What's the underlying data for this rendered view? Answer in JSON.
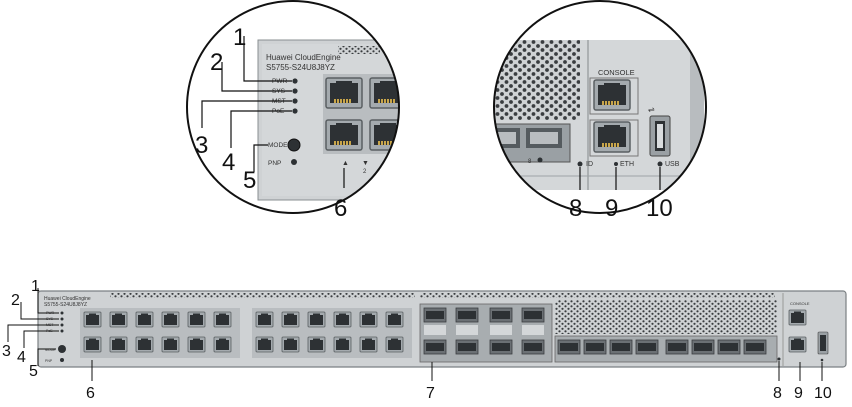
{
  "device": {
    "brand": "Huawei CloudEngine",
    "model": "S5755-S24U8J8YZ"
  },
  "indicators": {
    "pwr": "PWR",
    "sys": "SYS",
    "mst": "MST",
    "poe": "PoE",
    "mode": "MODE",
    "pnp": "PNP"
  },
  "rear_labels": {
    "console": "CONSOLE",
    "id": "ID",
    "eth": "ETH",
    "usb": "USB"
  },
  "callouts": {
    "c1": "1",
    "c2": "2",
    "c3": "3",
    "c4": "4",
    "c5": "5",
    "c6": "6",
    "c7": "7",
    "c8": "8",
    "c9": "9",
    "c10": "10"
  },
  "colors": {
    "panel": "#cfd2d4",
    "port_body": "#9aa0a4",
    "port_hole": "#2d3134",
    "line": "#111111"
  }
}
